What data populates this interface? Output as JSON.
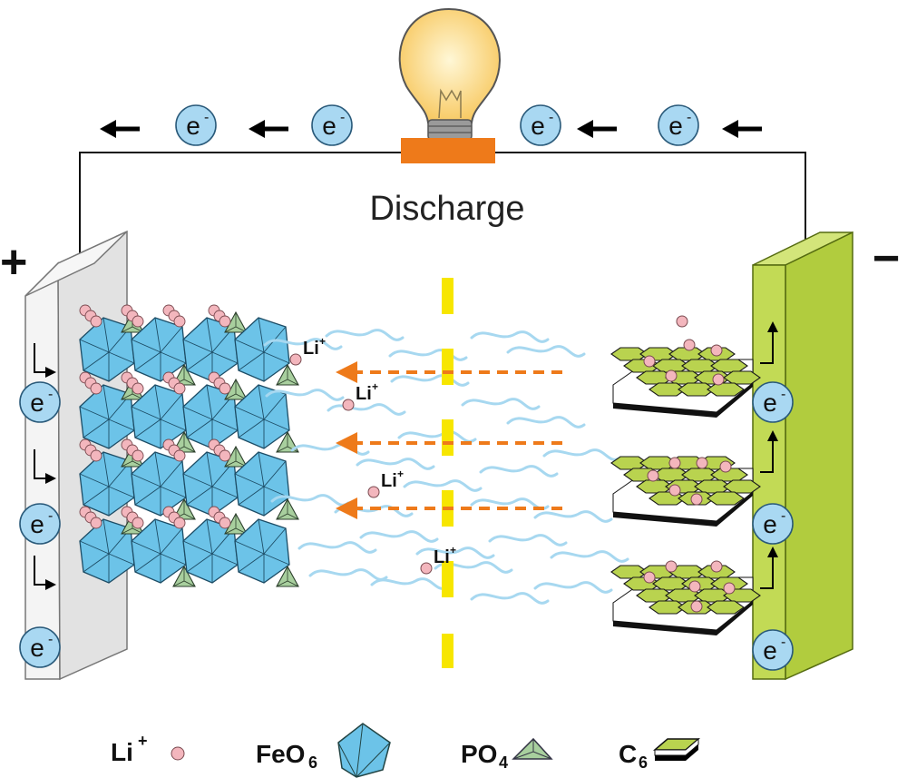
{
  "title": "Discharge",
  "terminals": {
    "positive": "+",
    "negative": "−"
  },
  "electron": {
    "symbol": "e",
    "charge": "-"
  },
  "lithium_ion": {
    "symbol": "Li",
    "charge": "+"
  },
  "legend": {
    "li": {
      "symbol": "Li",
      "charge": "+"
    },
    "feo6": {
      "main": "FeO",
      "sub": "6"
    },
    "po4": {
      "main": "PO",
      "sub": "4"
    },
    "c6": {
      "main": "C",
      "sub": "6"
    }
  },
  "colors": {
    "electron_fill": "#a9d8f2",
    "lithium": "#f3b6bd",
    "feo6": "#6cc3e8",
    "po4": "#a8cf9e",
    "graphite": "#b9d34f",
    "cathode_collector": "#ececec",
    "anode_collector": "#b9d34f",
    "separator": "#f7e600",
    "arrow_orange": "#ee7a1a",
    "bulb_base": "#ee7a1a",
    "electrolyte": "#a7d8f0"
  },
  "icons": [
    "lightbulb-icon",
    "electron-icon",
    "lithium-ion-icon",
    "arrow-left-icon"
  ]
}
